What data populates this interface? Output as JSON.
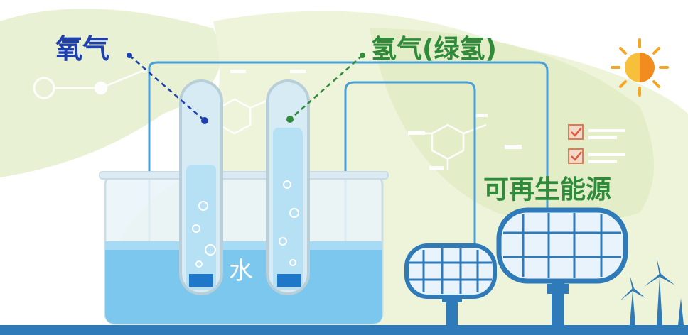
{
  "labels": {
    "oxygen": "氧气",
    "hydrogen": "氢气(绿氢)",
    "renewable": "可再生能源",
    "water": "水"
  },
  "colors": {
    "oxygen_text": "#1e3fb0",
    "hydrogen_text": "#2e8b3a",
    "wire": "#4a9fd6",
    "water": "#7cc7ee",
    "background_blob": "#e8f1d4",
    "sun": "#f5a623"
  },
  "icons": [
    "sun-icon",
    "wind-turbine-icon",
    "solar-panel-icon",
    "checklist-icon",
    "molecule-icon"
  ]
}
